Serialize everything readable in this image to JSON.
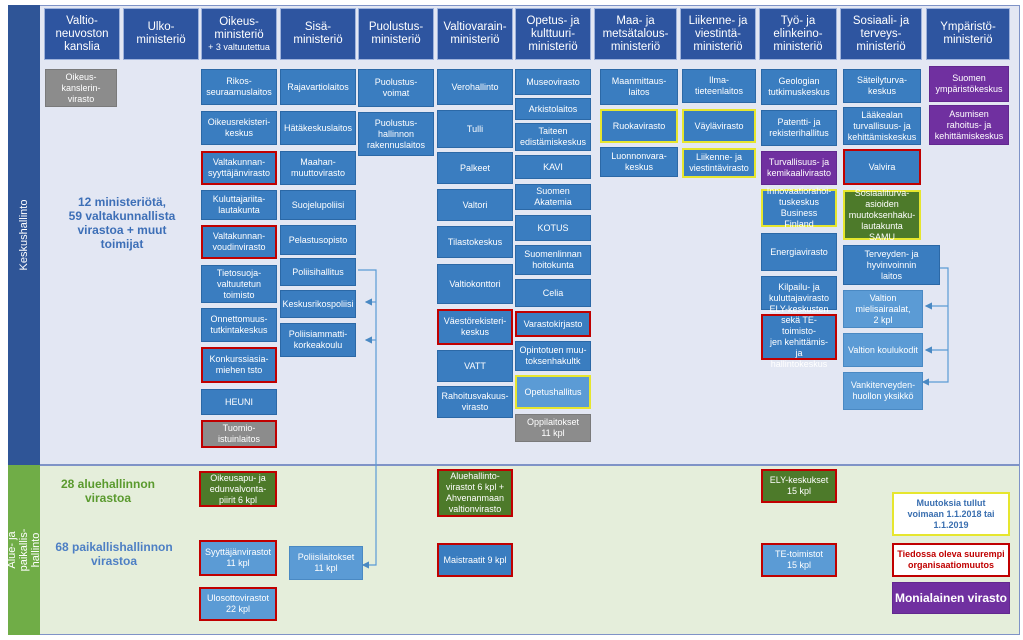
{
  "levels": {
    "central": "Keskushallinto",
    "regional": "Alue- ja paikallis-\nhallinto"
  },
  "ministries": [
    {
      "name": "Valtio-\nneuvoston\nkanslia",
      "sub": ""
    },
    {
      "name": "Ulko-\nministeriö",
      "sub": ""
    },
    {
      "name": "Oikeus-\nministeriö",
      "sub": "+ 3 valtuutettua"
    },
    {
      "name": "Sisä-\nministeriö",
      "sub": ""
    },
    {
      "name": "Puolustus-\nministeriö",
      "sub": ""
    },
    {
      "name": "Valtiovarain-\nministeriö",
      "sub": ""
    },
    {
      "name": "Opetus- ja\nkulttuuri-\nministeriö",
      "sub": ""
    },
    {
      "name": "Maa- ja\nmetsätalous-\nministeriö",
      "sub": ""
    },
    {
      "name": "Liikenne- ja\nviestintä-\nministeriö",
      "sub": ""
    },
    {
      "name": "Työ- ja\nelinkeino-\nministeriö",
      "sub": ""
    },
    {
      "name": "Sosiaali- ja\nterveys-\nministeriö",
      "sub": ""
    },
    {
      "name": "Ympäristö-\nministeriö",
      "sub": ""
    }
  ],
  "agencies": {
    "vnk": [
      "Oikeus-\nkanslerin-\nvirasto"
    ],
    "om": [
      "Rikos-\nseuraamuslaitos",
      "Oikeusrekisteri-\nkeskus",
      "Valtakunnan-\nsyyttäjänvirasto",
      "Kuluttajariita-\nlautakunta",
      "Valtakunnan-\nvoudinvirasto",
      "Tietosuoja-\nvaltuutetun\ntoimisto",
      "Onnettomuus-\ntutkintakeskus",
      "Konkurssiasia-\nmiehen tsto",
      "HEUNI",
      "Tuomio-\nistuinlaitos"
    ],
    "sm": [
      "Rajavartiolaitos",
      "Hätäkeskuslaitos",
      "Maahan-\nmuuttovirasto",
      "Suojelupoliisi",
      "Pelastusopisto",
      "Poliisihallitus",
      "Keskusrikospoliisi",
      "Poliisiammatti-\nkorkeakoulu"
    ],
    "plm": [
      "Puolustus-\nvoimat",
      "Puolustus-\nhallinnon\nrakennuslaitos"
    ],
    "vm": [
      "Verohallinto",
      "Tulli",
      "Palkeet",
      "Valtori",
      "Tilastokeskus",
      "Valtiokonttori",
      "Väestörekisteri-\nkeskus",
      "VATT",
      "Rahoitusvakuus-\nvirasto"
    ],
    "okm": [
      "Museovirasto",
      "Arkistolaitos",
      "Taiteen\nedistämiskeskus",
      "KAVI",
      "Suomen Akatemia",
      "KOTUS",
      "Suomenlinnan\nhoitokunta",
      "Celia",
      "Varastokirjasto",
      "Opintotuen muu-\ntoksenhakultk",
      "Opetushallitus",
      "Oppilaitokset\n11 kpl"
    ],
    "mmm": [
      "Maanmittaus-\nlaitos",
      "Ruokavirasto",
      "Luonnonvara-\nkeskus"
    ],
    "lvm": [
      "Ilma-\ntieteenlaitos",
      "Väylävirasto",
      "Liikenne- ja\nviestintävirasto"
    ],
    "tem": [
      "Geologian\ntutkimuskeskus",
      "Patentti- ja\nrekisterihallitus",
      "Turvallisuus- ja\nkemikaalivirasto",
      "Innovaatiorahoi-\ntuskeskus\nBusiness Finland",
      "Energiavirasto",
      "Kilpailu- ja\nkuluttajavirasto",
      "ELY-keskusten\nsekä TE-toimisto-\njen kehittämis- ja\nhallintokeskus"
    ],
    "stm": [
      "Säteilyturva-\nkeskus",
      "Lääkealan\nturvallisuus- ja\nkehittämiskeskus",
      "Valvira",
      "Sosiaaliturva-\nasioiden\nmuutoksenhaku-\nlautakunta SAMU",
      "Terveyden- ja\nhyvinvoinnin\nlaitos",
      "Valtion\nmielisairaalat,\n2 kpl",
      "Valtion koulukodit",
      "Vankiterveyden-\nhuollon yksikkö"
    ],
    "ym": [
      "Suomen\nympäristökeskus",
      "Asumisen\nrahoitus- ja\nkehittämiskeskus"
    ]
  },
  "regional": {
    "om_region": "Oikeusapu- ja\nedunvalvonta-\npiirit 6 kpl",
    "vm_region": "Aluehallinto-\nvirastot 6 kpl +\nAhvenanmaan\nvaltionvirasto",
    "tem_region": "ELY-keskukset\n15 kpl",
    "om_local1": "Syyttäjänvirastot\n11 kpl",
    "om_local2": "Ulosottovirastot\n22 kpl",
    "sm_local": "Poliisilaitokset\n11 kpl",
    "vm_local": "Maistraatit 9 kpl",
    "tem_local": "TE-toimistot\n15 kpl"
  },
  "notes": {
    "central_count": "12 ministeriötä,\n59 valtakunnallista\nvirastoa + muut\ntoimijat",
    "regional_count": "28 aluehallinnon\nvirastoa",
    "local_count": "68 paikallishallinnon\nvirastoa"
  },
  "legend": {
    "yellow": "Muutoksia tullut\nvoimaan 1.1.2018 tai\n1.1.2019",
    "red": "Tiedossa oleva suurempi\norganisaatiomuutos",
    "purple": "Monialainen virasto"
  },
  "colors": {
    "ministry": "#2e55a0",
    "agency": "#3a7dc0",
    "agency_light": "#5b9bd5",
    "multi_sector": "#7030a0",
    "regional_agency": "#4d7a2a",
    "other": "#8c8c8c",
    "changed_outline": "#e6e62e",
    "upcoming_outline": "#c00000"
  }
}
